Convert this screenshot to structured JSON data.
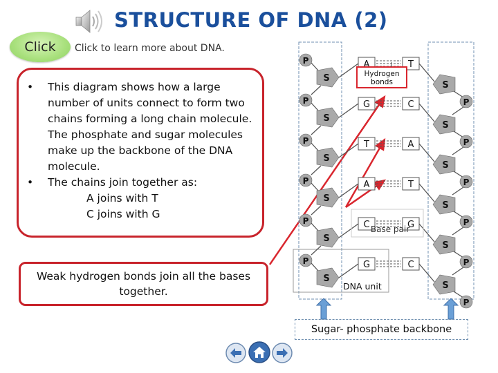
{
  "header": {
    "title": "STRUCTURE OF DNA (2)",
    "click_label": "Click",
    "subtitle": "Click to learn more about DNA."
  },
  "info": {
    "bullets": [
      "This diagram shows how a large number of units connect to form two chains forming a long chain molecule. The phosphate and sugar molecules make up the backbone of the DNA molecule.",
      "The chains join together as:"
    ],
    "pairs": [
      "A joins with T",
      "C joins with G"
    ]
  },
  "note": "Weak hydrogen bonds join all the bases together.",
  "diagram": {
    "phosphate": "P",
    "sugar": "S",
    "base_pairs": [
      [
        "A",
        "T"
      ],
      [
        "G",
        "C"
      ],
      [
        "T",
        "A"
      ],
      [
        "A",
        "T"
      ],
      [
        "C",
        "G"
      ],
      [
        "G",
        "C"
      ]
    ],
    "hydrogen_bonds_label": [
      "Hydrogen",
      "bonds"
    ],
    "base_pair_label": "Base pair",
    "dna_unit_label": "DNA unit",
    "backbone_label": "Sugar- phosphate backbone"
  },
  "nav": {
    "back_icon": "arrow-left-icon",
    "home_icon": "home-icon",
    "forward_icon": "arrow-right-icon"
  },
  "colors": {
    "title": "#1a4f9c",
    "box_border": "#c8232b",
    "click_button": "#a8e07c",
    "diagram_shape": "#a9a9a9"
  }
}
